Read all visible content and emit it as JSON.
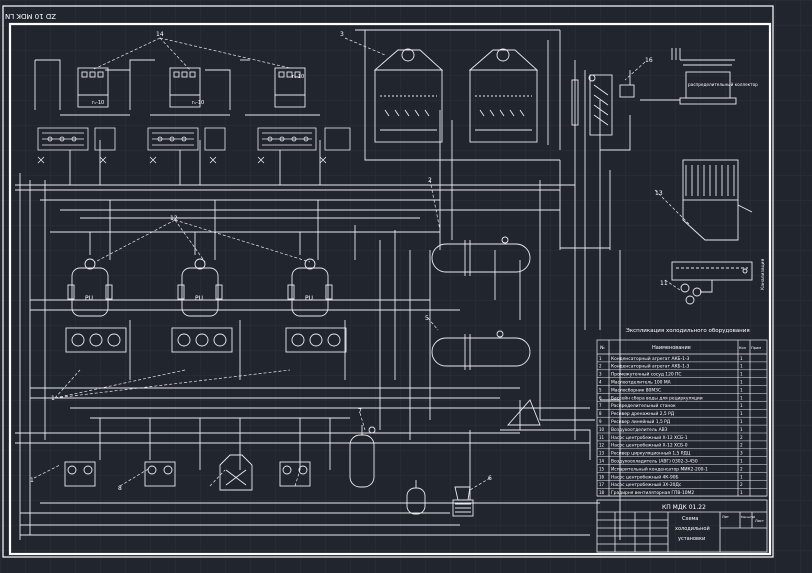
{
  "drawing": {
    "top_stamp": "ZD 10 MDK LN",
    "colors": {
      "background": "#21252e",
      "grid": "#2c313b",
      "lines": "#e8eaee",
      "frame": "#ffffff"
    }
  },
  "callouts": {
    "c14": "14",
    "c3": "3",
    "c16": "16",
    "c2": "2",
    "c13": "13",
    "c12": "12",
    "c11": "11",
    "c1a": "1",
    "c1b": "1",
    "c5": "5",
    "c7": "7",
    "c6": "6",
    "c8": "8"
  },
  "unit_labels": {
    "pu1": "PU",
    "pu2": "PU",
    "pu3": "PU",
    "r1": "r₁-10",
    "r2": "r₁-10",
    "r3": "r₁-10"
  },
  "misc_labels": {
    "distributor": "распределительный коллектор",
    "side_note": "Канализация"
  },
  "spec_table": {
    "title": "Экспликация холодильного оборудования",
    "header": {
      "pos": "№",
      "name": "Наименование",
      "qty": "Кол",
      "note": "Прим"
    },
    "rows": [
      {
        "pos": "1",
        "name": "Конденсаторный агрегат АКБ-1-3",
        "qty": "1"
      },
      {
        "pos": "2",
        "name": "Конденсаторный агрегат АКБ-1-3",
        "qty": "1"
      },
      {
        "pos": "3",
        "name": "Промежуточный сосуд 120 ПС",
        "qty": "1"
      },
      {
        "pos": "4",
        "name": "Маслоотделитель 100 МА",
        "qty": "1"
      },
      {
        "pos": "5",
        "name": "Маслосборник 80МЗС",
        "qty": "1"
      },
      {
        "pos": "6",
        "name": "Бассейн сбора воды для рециркуляции",
        "qty": "1"
      },
      {
        "pos": "7",
        "name": "Распределительный станок",
        "qty": "1"
      },
      {
        "pos": "8",
        "name": "Ресивер дренажный 2,5 РД",
        "qty": "1"
      },
      {
        "pos": "9",
        "name": "Ресивер линейный 1,5 РД",
        "qty": "1"
      },
      {
        "pos": "10",
        "name": "Воздухоотделитель АВЗ",
        "qty": "1"
      },
      {
        "pos": "11",
        "name": "Насос центробежный Х-12 ХСБ-1",
        "qty": "2"
      },
      {
        "pos": "12",
        "name": "Насос центробежный Х-12 ХСБ-0",
        "qty": "2"
      },
      {
        "pos": "13",
        "name": "Ресивер циркуляционный 1,5 РДЦ",
        "qty": "3"
      },
      {
        "pos": "14",
        "name": "Воздухоохладитель (АВГ) 0302-3-450",
        "qty": "1"
      },
      {
        "pos": "15",
        "name": "Испарительный конденсатор МИК2-200-1",
        "qty": "2"
      },
      {
        "pos": "16",
        "name": "Насос центробежный 4К-90Б",
        "qty": "1"
      },
      {
        "pos": "17",
        "name": "Насос центробежный 3Х-20Дс",
        "qty": "2"
      },
      {
        "pos": "18",
        "name": "Градирня вентиляторная ГПВ-10М2",
        "qty": "1"
      }
    ]
  },
  "title_block": {
    "code": "КП МДК 01.22",
    "name_line1": "Схема",
    "name_line2": "холодильной",
    "name_line3": "установки",
    "lit": "Лит",
    "sheet": "Лист",
    "scale": "Масштаб"
  }
}
